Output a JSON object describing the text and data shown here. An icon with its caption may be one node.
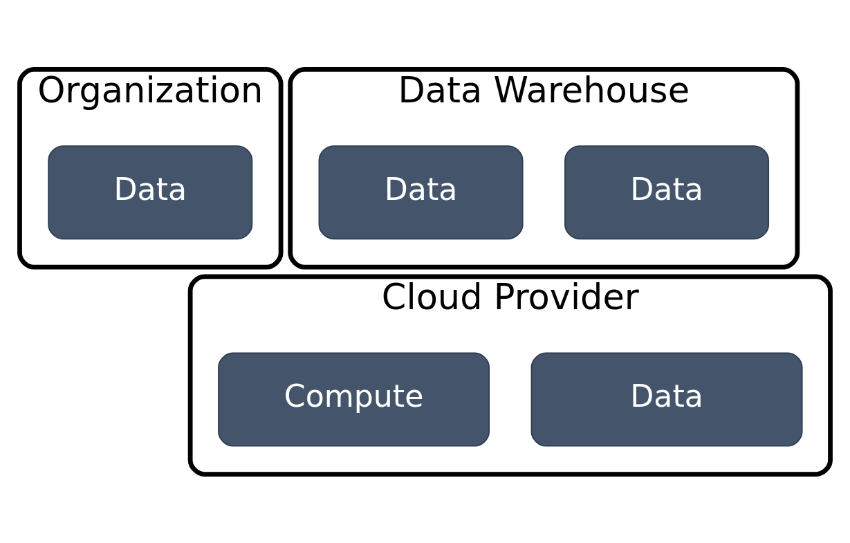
{
  "diagram": {
    "nodes": [
      {
        "text": [
          "Organization"
        ]
      },
      {
        "text": [
          "Data"
        ],
        "in": 0
      },
      {
        "text": [
          "Data Warehouse"
        ]
      },
      {
        "text": [
          "Data"
        ],
        "in": 2
      },
      {
        "text": [
          "Data"
        ],
        "in": 2
      },
      {
        "text": [
          "Cloud Provider"
        ]
      },
      {
        "text": [
          "Compute"
        ],
        "in": 5
      },
      {
        "text": [
          "Data"
        ],
        "in": 5
      }
    ]
  }
}
